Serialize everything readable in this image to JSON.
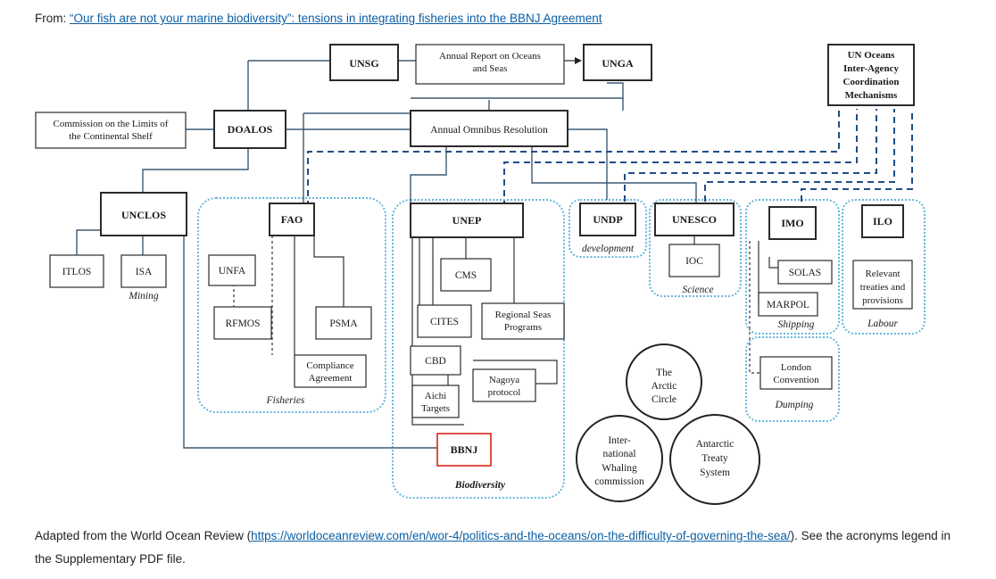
{
  "header": {
    "prefix": "From: ",
    "link_text": "“Our fish are not your marine biodiversity”: tensions in integrating fisheries into the BBNJ Agreement"
  },
  "caption": {
    "before": "Adapted from the World Ocean Review (",
    "link_text": "https://worldoceanreview.com/en/wor-4/politics-and-the-oceans/on-the-difficulty-of-governing-the-sea/",
    "after": "). See the acronyms legend in the Supplementary PDF file."
  },
  "nodes": {
    "unsg": "UNSG",
    "annual_report": [
      "Annual Report on Oceans",
      "and Seas"
    ],
    "unga": "UNGA",
    "un_oceans": [
      "UN Oceans",
      "Inter-Agency",
      "Coordination",
      "Mechanisms"
    ],
    "clcs": [
      "Commission on the Limits of",
      "the Continental Shelf"
    ],
    "doalos": "DOALOS",
    "omnibus": "Annual Omnibus Resolution",
    "unclos": "UNCLOS",
    "itlos": "ITLOS",
    "isa": "ISA",
    "fao": "FAO",
    "unfa": "UNFA",
    "rfmos": "RFMOS",
    "psma": "PSMA",
    "compliance": [
      "Compliance",
      "Agreement"
    ],
    "unep": "UNEP",
    "cms": "CMS",
    "cites": "CITES",
    "regional_seas": [
      "Regional Seas",
      "Programs"
    ],
    "cbd": "CBD",
    "nagoya": [
      "Nagoya",
      "protocol"
    ],
    "aichi": [
      "Aichi",
      "Targets"
    ],
    "bbnj": "BBNJ",
    "undp": "UNDP",
    "unesco": "UNESCO",
    "ioc": "IOC",
    "imo": "IMO",
    "solas": "SOLAS",
    "marpol": "MARPOL",
    "london": [
      "London",
      "Convention"
    ],
    "ilo": "ILO",
    "relevant": [
      "Relevant",
      "treaties and",
      "provisions"
    ],
    "arctic": [
      "The",
      "Arctic",
      "Circle"
    ],
    "iwc": [
      "Inter-",
      "national",
      "Whaling",
      "commission"
    ],
    "antarctic": [
      "Antarctic",
      "Treaty",
      "System"
    ]
  },
  "group_labels": {
    "mining": "Mining",
    "fisheries": "Fisheries",
    "biodiversity": "Biodiversity",
    "development": "development",
    "science": "Science",
    "shipping": "Shipping",
    "dumping": "Dumping",
    "labour": "Labour"
  }
}
